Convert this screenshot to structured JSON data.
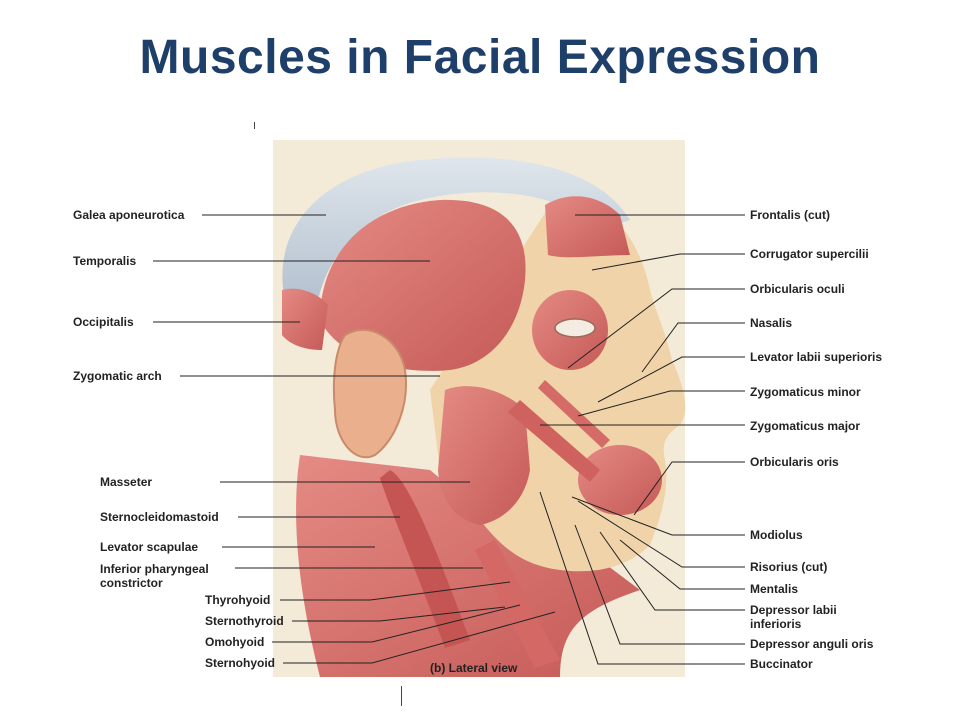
{
  "slide": {
    "title": "Muscles in Facial Expression",
    "caption": "(b) Lateral view"
  },
  "labels": {
    "left": [
      {
        "id": "galea",
        "text": "Galea aponeurotica"
      },
      {
        "id": "temporalis",
        "text": "Temporalis"
      },
      {
        "id": "occipitalis",
        "text": "Occipitalis"
      },
      {
        "id": "zyg-arch",
        "text": "Zygomatic arch"
      },
      {
        "id": "masseter",
        "text": "Masseter"
      },
      {
        "id": "scm",
        "text": "Sternocleidomastoid"
      },
      {
        "id": "lev-scap",
        "text": "Levator scapulae"
      },
      {
        "id": "inf-phar",
        "text": "Inferior pharyngeal constrictor"
      },
      {
        "id": "thyrohyoid",
        "text": "Thyrohyoid"
      },
      {
        "id": "sternothyroid",
        "text": "Sternothyroid"
      },
      {
        "id": "omohyoid",
        "text": "Omohyoid"
      },
      {
        "id": "sternohyoid",
        "text": "Sternohyoid"
      }
    ],
    "right": [
      {
        "id": "frontalis",
        "text": "Frontalis (cut)"
      },
      {
        "id": "corrugator",
        "text": "Corrugator supercilii"
      },
      {
        "id": "orb-oculi",
        "text": "Orbicularis oculi"
      },
      {
        "id": "nasalis",
        "text": "Nasalis"
      },
      {
        "id": "lev-labii",
        "text": "Levator labii superioris"
      },
      {
        "id": "zyg-minor",
        "text": "Zygomaticus minor"
      },
      {
        "id": "zyg-major",
        "text": "Zygomaticus major"
      },
      {
        "id": "orb-oris",
        "text": "Orbicularis oris"
      },
      {
        "id": "modiolus",
        "text": "Modiolus"
      },
      {
        "id": "risorius",
        "text": "Risorius (cut)"
      },
      {
        "id": "mentalis",
        "text": "Mentalis"
      },
      {
        "id": "dep-labii",
        "text": "Depressor labii inferioris"
      },
      {
        "id": "dep-anguli",
        "text": "Depressor anguli oris"
      },
      {
        "id": "buccinator",
        "text": "Buccinator"
      }
    ]
  },
  "colors": {
    "title": "#1f3f6b",
    "muscle": "#d9726e",
    "muscle_dark": "#b8504e",
    "tendon": "#c7d3de",
    "bone": "#efe2bd",
    "panel": "#f3ead8"
  }
}
